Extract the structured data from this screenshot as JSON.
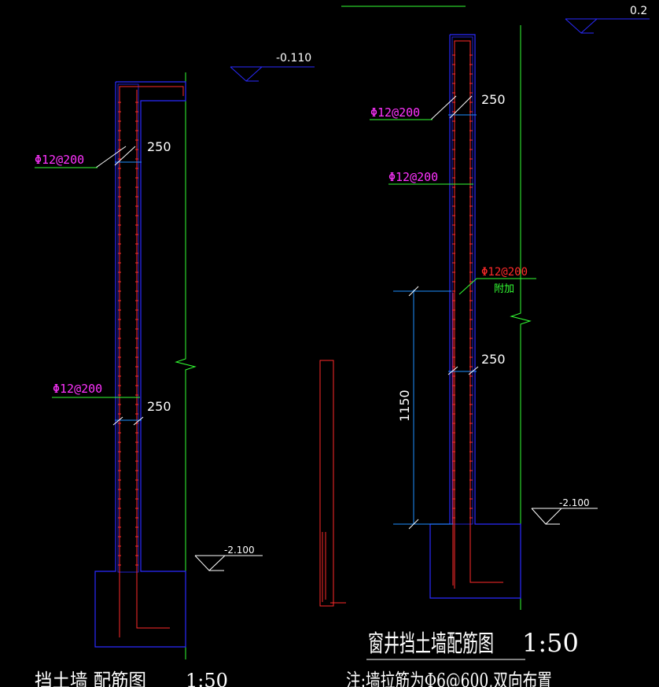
{
  "colors": {
    "background": "#000000",
    "wall_outline": "#2a2aff",
    "rebar": "#ff2a2a",
    "grid_line": "#33ff33",
    "dimension": "#1e90ff",
    "rebar_label": "#ff33ff",
    "text": "#ffffff"
  },
  "left_detail": {
    "elevation_top": "-0.110",
    "elevation_bottom": "-2.100",
    "rebar_top": "Φ12@200",
    "rebar_mid": "Φ12@200",
    "spacing_top": "250",
    "spacing_mid": "250",
    "title": "挡土墙   配筋图",
    "scale": "1:50"
  },
  "right_detail": {
    "elevation_top": "0.2",
    "elevation_bottom": "-2.100",
    "rebar_top": "Φ12@200",
    "rebar_mid": "Φ12@200",
    "rebar_added": "Φ12@200",
    "added_note": "附加",
    "spacing_top": "250",
    "spacing_mid": "250",
    "dimension_height": "1150",
    "title": "窗井挡土墙配筋图",
    "scale": "1:50",
    "note": "注:墙拉筋为Φ6@600,双向布置"
  }
}
